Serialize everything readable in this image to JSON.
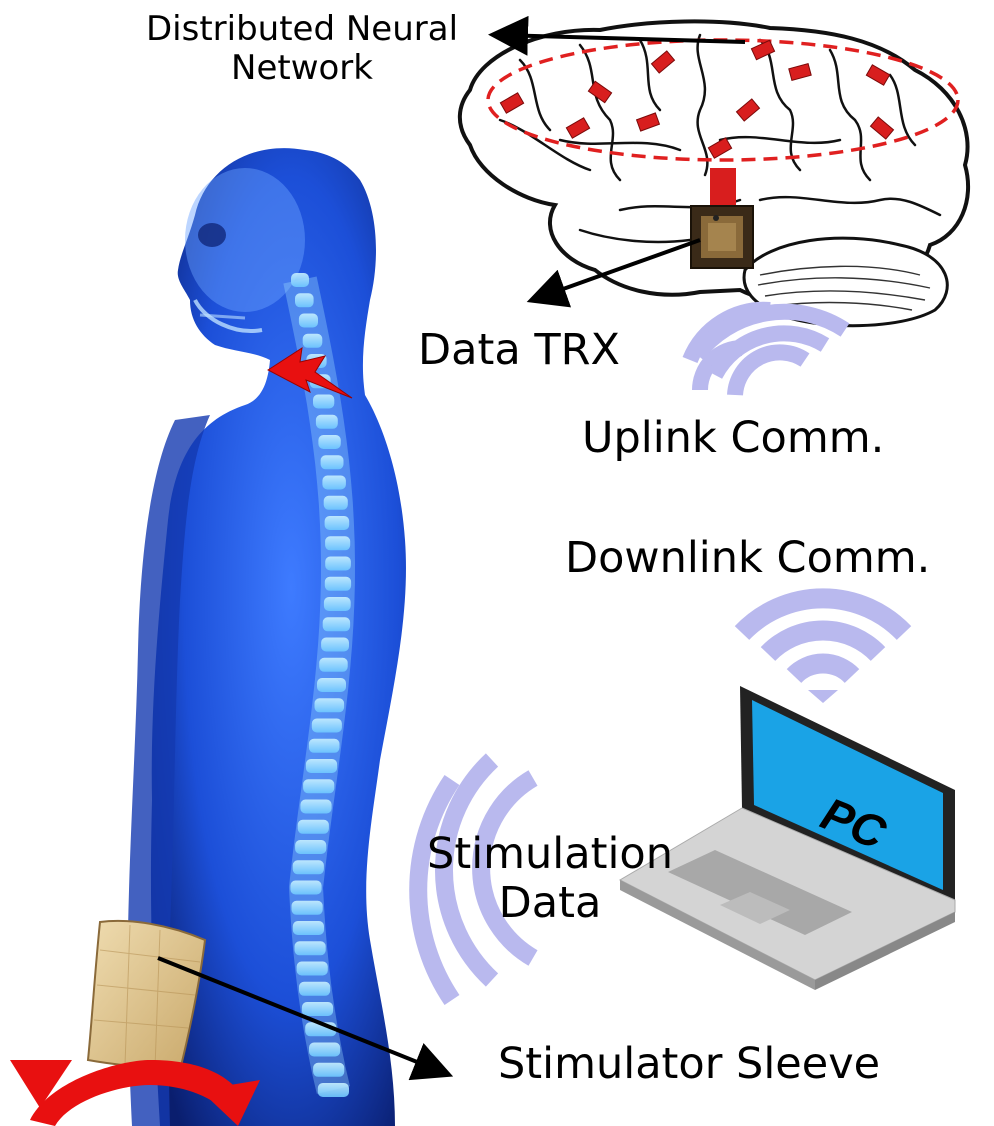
{
  "labels": {
    "distributed_network_line1": "Distributed Neural",
    "distributed_network_line2": "Network",
    "data_trx": "Data TRX",
    "uplink": "Uplink Comm.",
    "downlink": "Downlink Comm.",
    "stimulation_line1": "Stimulation",
    "stimulation_line2": "Data",
    "stimulator_sleeve": "Stimulator Sleeve",
    "pc": "PC"
  },
  "colors": {
    "body_blue": "#1c4fd8",
    "spine_glow": "#8fd6ff",
    "wave": "#b9b9ee",
    "sensor_red": "#d81e1e",
    "ring_red": "#e02020",
    "screen_blue": "#1aa3e6",
    "laptop_gray": "#c8c8c8"
  }
}
